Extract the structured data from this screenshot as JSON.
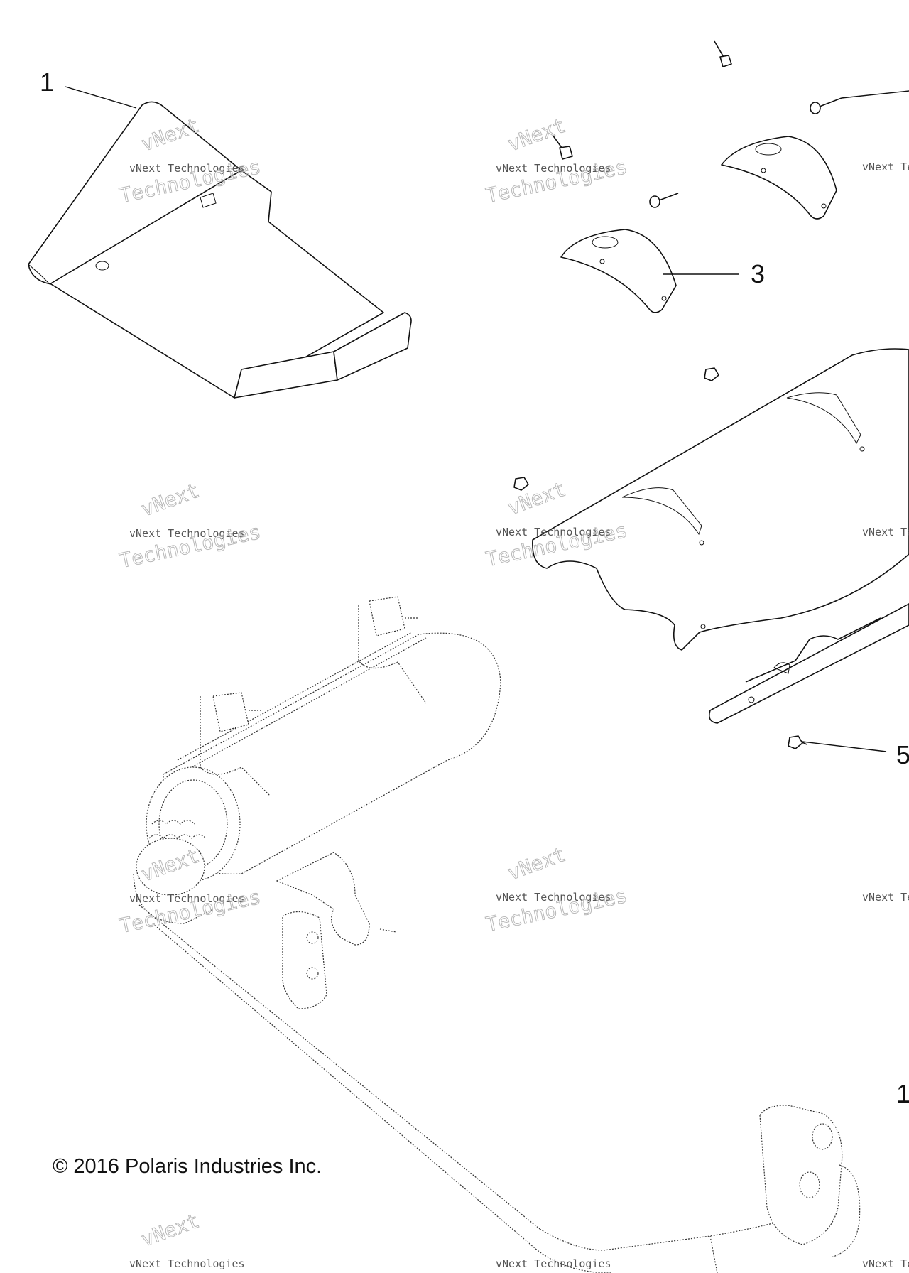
{
  "callouts": {
    "c1": "1",
    "c3": "3",
    "c5": "5",
    "c1b": "1"
  },
  "watermark": {
    "line_small": "vNext Technologies",
    "line_big": "Technologies",
    "line_top": "vNext"
  },
  "copyright": "© 2016 Polaris Industries Inc."
}
